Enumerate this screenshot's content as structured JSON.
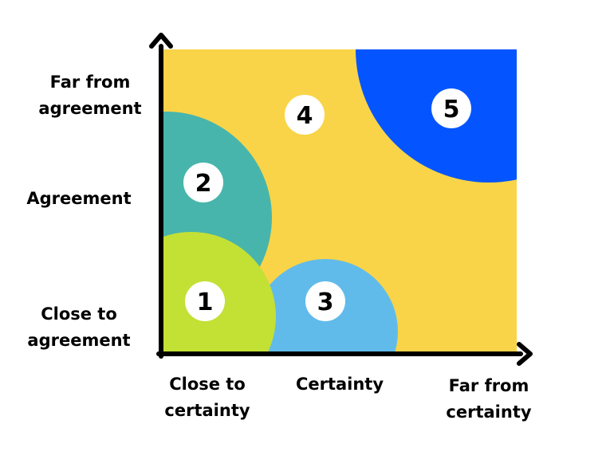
{
  "y_axis_labels": {
    "top_line1": "Far from",
    "top_line2": "agreement",
    "middle": "Agreement",
    "bottom_line1": "Close to",
    "bottom_line2": "agreement"
  },
  "x_axis_labels": {
    "left_line1": "Close to",
    "left_line2": "certainty",
    "middle": "Certainty",
    "right_line1": "Far from",
    "right_line2": "certainty"
  },
  "zones": [
    {
      "number": "1",
      "color": "#C3E035"
    },
    {
      "number": "2",
      "color": "#48B5AC"
    },
    {
      "number": "3",
      "color": "#60BBEA"
    },
    {
      "number": "4",
      "color": "#F9D448"
    },
    {
      "number": "5",
      "color": "#0455FF"
    }
  ],
  "colors": {
    "background": "#FFFFFF",
    "axis": "#000000",
    "marker_fill": "#FFFFFF",
    "marker_text": "#000000"
  }
}
